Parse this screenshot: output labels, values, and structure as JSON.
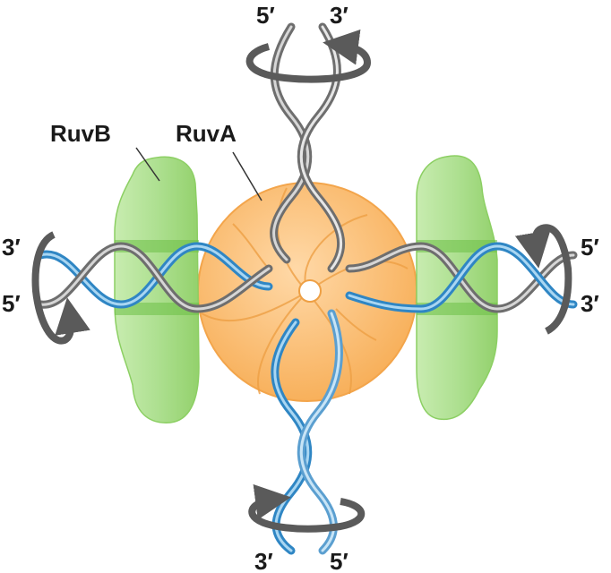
{
  "labels": {
    "ruvb": "RuvB",
    "ruva": "RuvA"
  },
  "ends": {
    "top_5": "5′",
    "top_3": "3′",
    "left_3": "3′",
    "left_5": "5′",
    "right_5": "5′",
    "right_3": "3′",
    "bottom_3": "3′",
    "bottom_5": "5′"
  },
  "colors": {
    "ruvb_fill": "#9fd67a",
    "ruvb_band": "#6cbf45",
    "ruva_fill": "#f9b766",
    "ruva_edge": "#f3a54b",
    "strand_gray": "#8a8a8a",
    "strand_blue": "#3f95cf",
    "arrow_gray": "#6e6e6e"
  }
}
